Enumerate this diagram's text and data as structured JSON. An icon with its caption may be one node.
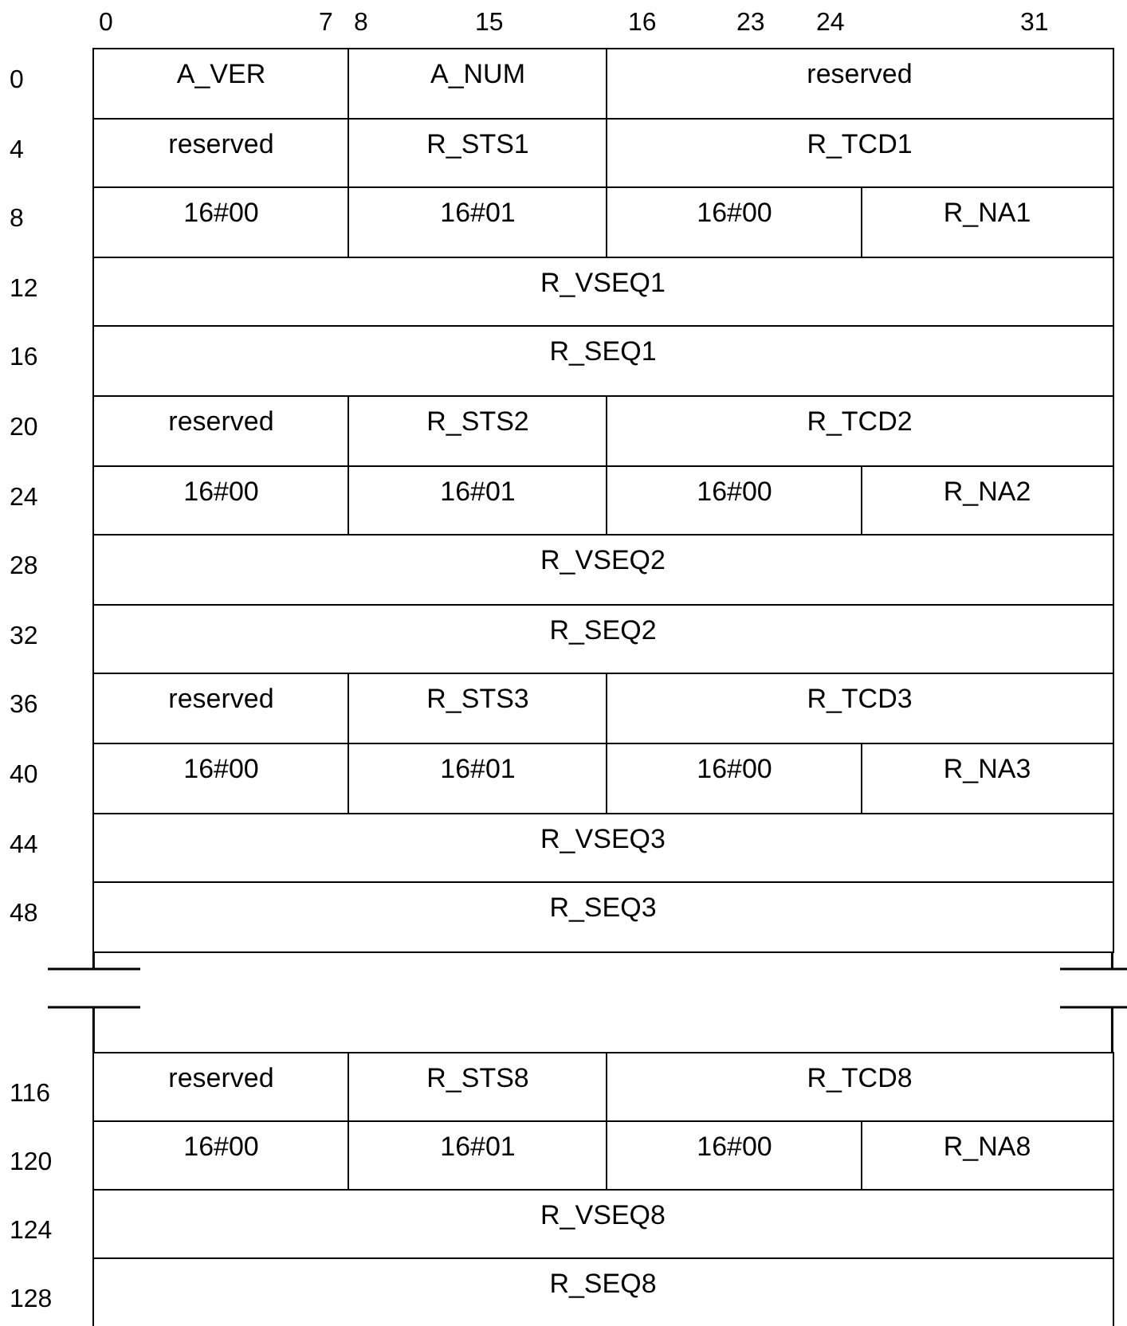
{
  "diagram": {
    "nodes": [
      {
        "text": [
          "A_VER"
        ]
      },
      {
        "text": [
          "A_NUM"
        ]
      },
      {
        "text": [
          "reserved"
        ]
      },
      {
        "text": [
          "reserved"
        ]
      },
      {
        "text": [
          "R_STS1"
        ]
      },
      {
        "text": [
          "R_TCD1"
        ]
      },
      {
        "text": [
          "16#00"
        ]
      },
      {
        "text": [
          "16#01"
        ]
      },
      {
        "text": [
          "16#00"
        ]
      },
      {
        "text": [
          "R_NA1"
        ]
      },
      {
        "text": [
          "R_VSEQ1"
        ]
      },
      {
        "text": [
          "R_SEQ1"
        ]
      },
      {
        "text": [
          "reserved"
        ]
      },
      {
        "text": [
          "R_STS2"
        ]
      },
      {
        "text": [
          "R_TCD2"
        ]
      },
      {
        "text": [
          "16#00"
        ]
      },
      {
        "text": [
          "16#01"
        ]
      },
      {
        "text": [
          "16#00"
        ]
      },
      {
        "text": [
          "R_NA2"
        ]
      },
      {
        "text": [
          "R_VSEQ2"
        ]
      },
      {
        "text": [
          "R_SEQ2"
        ]
      },
      {
        "text": [
          "reserved"
        ]
      },
      {
        "text": [
          "R_STS3"
        ]
      },
      {
        "text": [
          "R_TCD3"
        ]
      },
      {
        "text": [
          "16#00"
        ]
      },
      {
        "text": [
          "16#01"
        ]
      },
      {
        "text": [
          "16#00"
        ]
      },
      {
        "text": [
          "R_NA3"
        ]
      },
      {
        "text": [
          "R_VSEQ3"
        ]
      },
      {
        "text": [
          "R_SEQ3"
        ]
      },
      {
        "text": [
          "reserved"
        ]
      },
      {
        "text": [
          "R_STS8"
        ]
      },
      {
        "text": [
          "R_TCD8"
        ]
      },
      {
        "text": [
          "16#00"
        ]
      },
      {
        "text": [
          "16#01"
        ]
      },
      {
        "text": [
          "16#00"
        ]
      },
      {
        "text": [
          "R_NA8"
        ]
      },
      {
        "text": [
          "R_VSEQ8"
        ]
      },
      {
        "text": [
          "R_SEQ8"
        ]
      }
    ],
    "labels": [
      "0",
      "7",
      "8",
      "15",
      "16",
      "23",
      "24",
      "31",
      "0",
      "4",
      "8",
      "12",
      "16",
      "20",
      "24",
      "28",
      "32",
      "36",
      "40",
      "44",
      "48",
      "116",
      "120",
      "124",
      "128"
    ]
  }
}
